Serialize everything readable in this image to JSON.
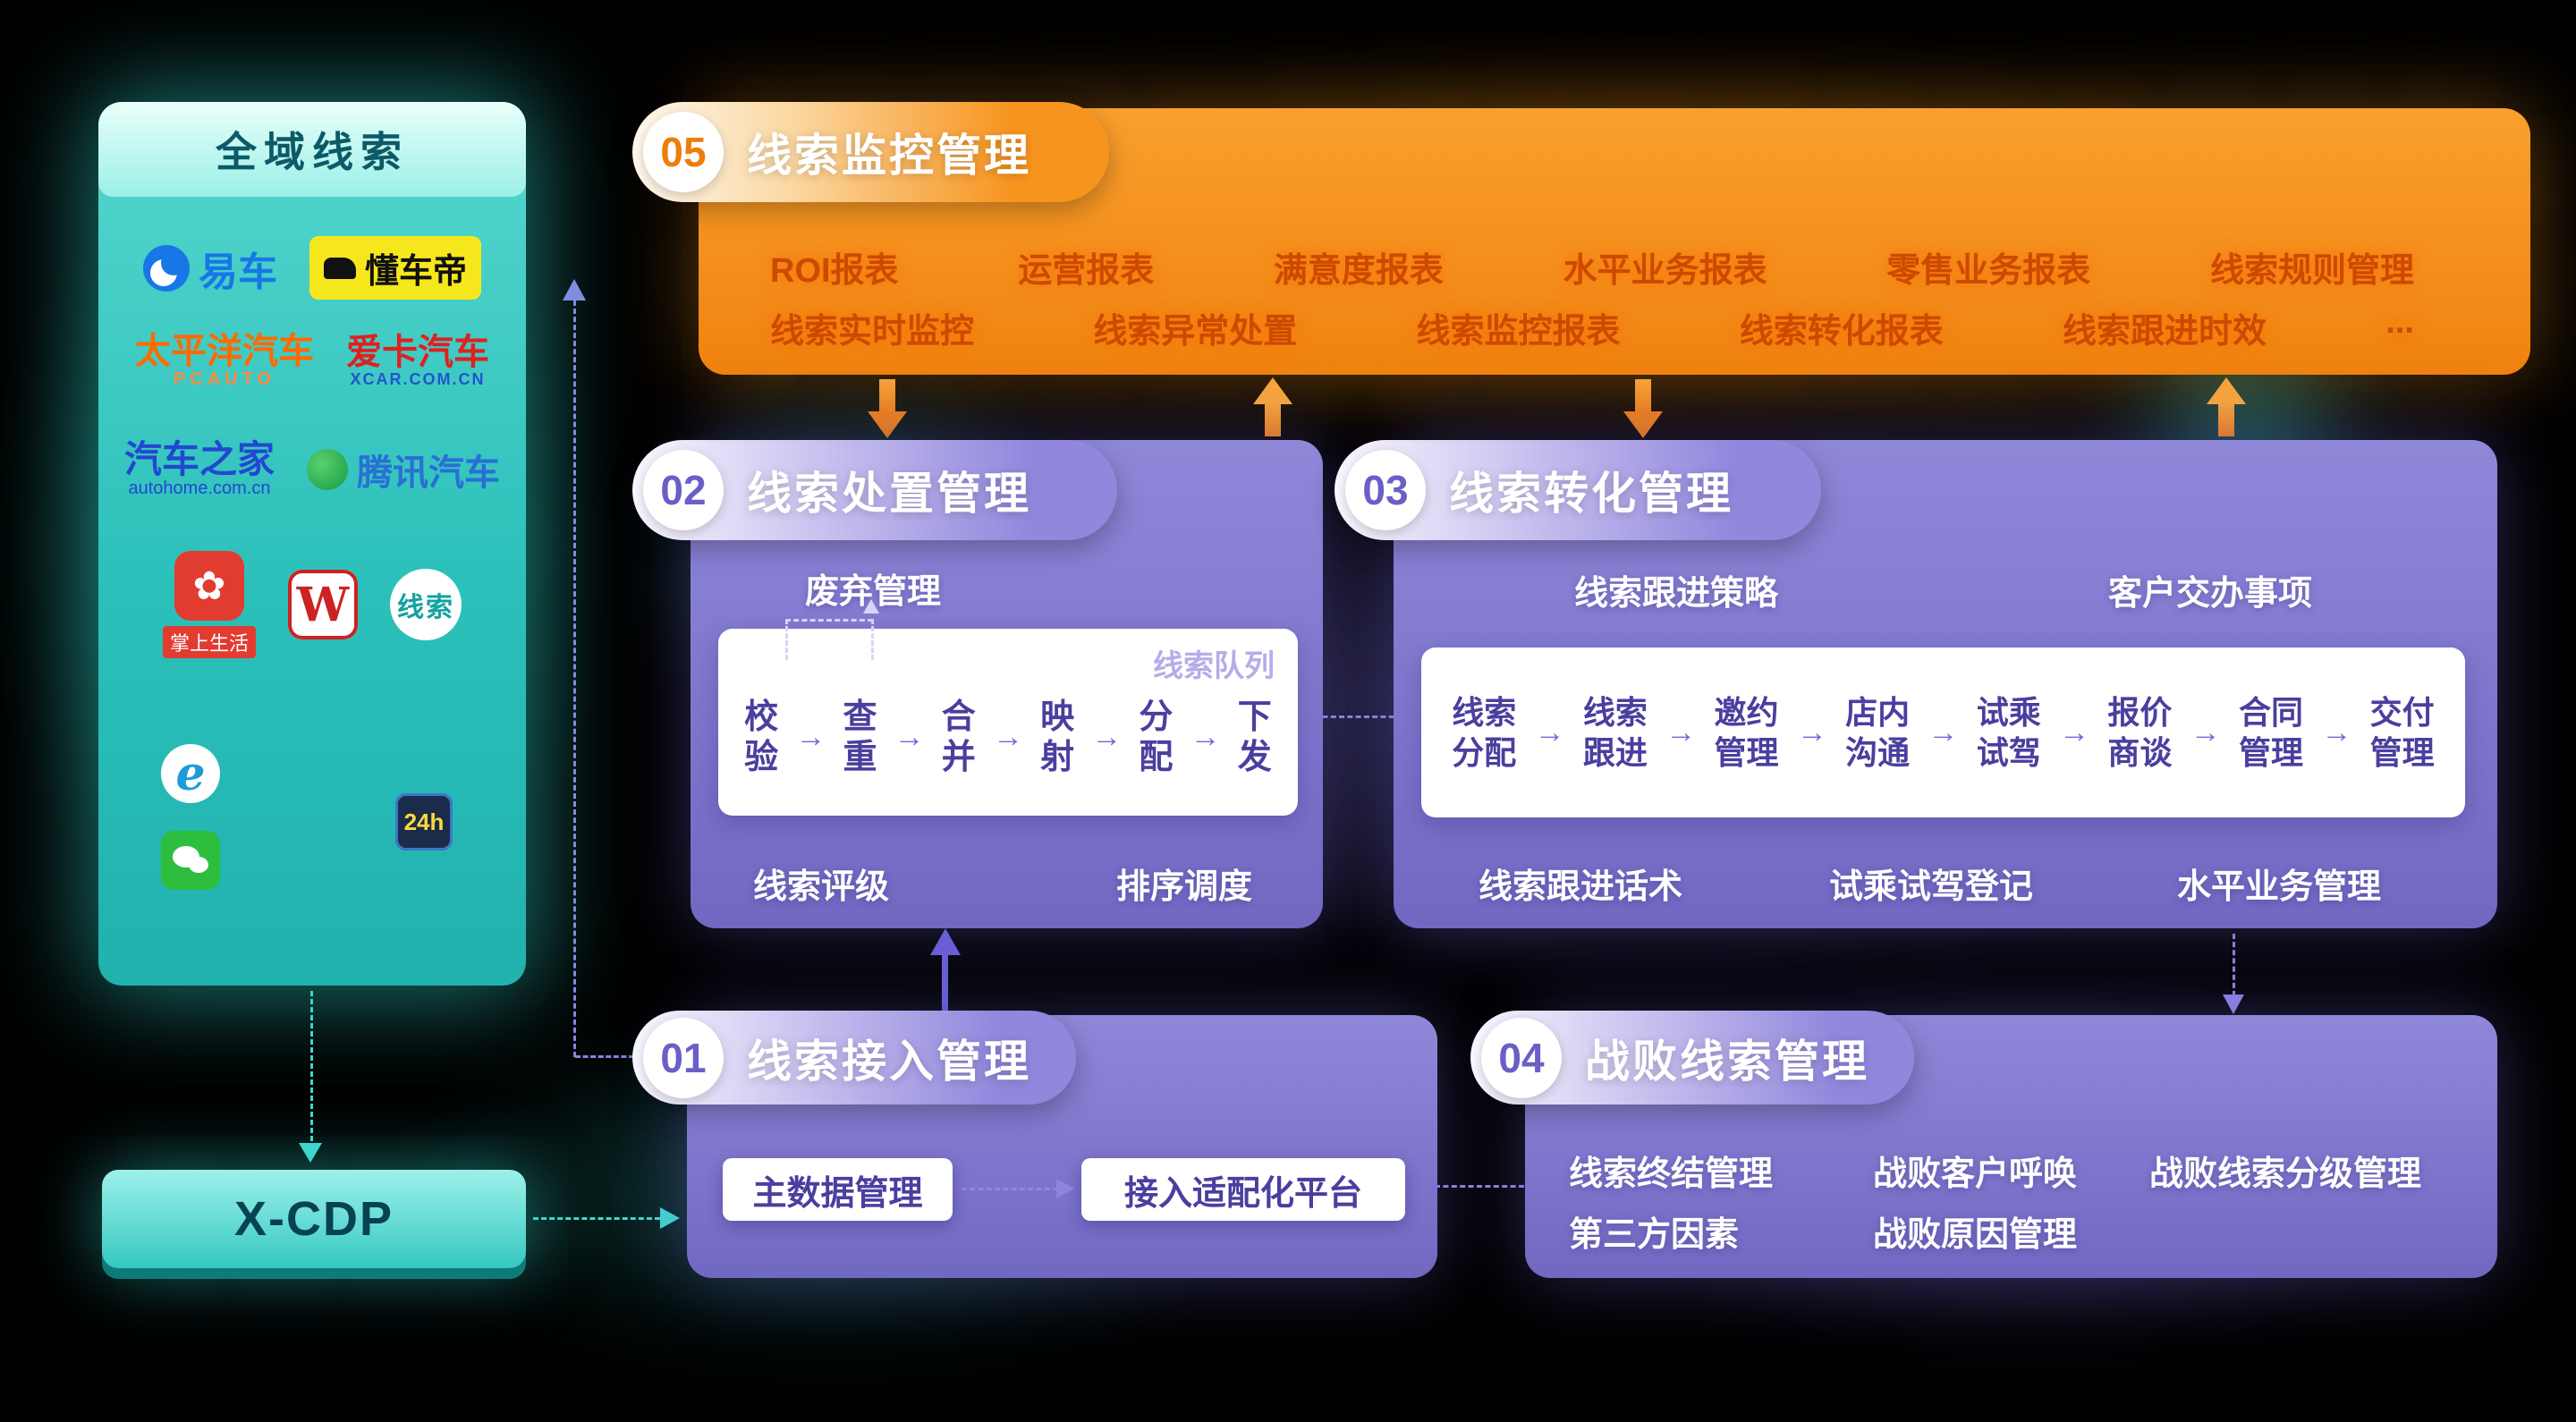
{
  "colors": {
    "teal": "#2fd0c6",
    "orange": "#f7941e",
    "purple": "#7b73cb",
    "purple_dark": "#4a3f9f"
  },
  "icons": {
    "arrow_right": "→",
    "flower": "✿"
  },
  "left_panel": {
    "title": "全域线索",
    "logos": {
      "yiche": "易车",
      "dongchedi": "懂车帝",
      "pcauto": "太平洋汽车",
      "pcauto_sub": "PCAUTO",
      "xcar": "爱卡汽车",
      "xcar_sub": "XCAR.COM.CN",
      "autohome": "汽车之家",
      "autohome_sub": "autohome.com.cn",
      "tencent": "腾讯汽车",
      "zhangshang": "掌上生活",
      "w_letter": "W",
      "xiansuo": "线索",
      "ie_letter": "e",
      "h24": "24h"
    }
  },
  "cdp": {
    "label": "X-CDP"
  },
  "monitor": {
    "number": "05",
    "title": "线索监控管理",
    "row1": [
      "ROI报表",
      "运营报表",
      "满意度报表",
      "水平业务报表",
      "零售业务报表",
      "线索规则管理"
    ],
    "row2": [
      "线索实时监控",
      "线索异常处置",
      "线索监控报表",
      "线索转化报表",
      "线索跟进时效",
      "..."
    ]
  },
  "dispose": {
    "number": "02",
    "title": "线索处置管理",
    "discard_label": "废弃管理",
    "queue_label": "线索队列",
    "steps": [
      "校验",
      "查重",
      "合并",
      "映射",
      "分配",
      "下发"
    ],
    "bottom": [
      "线索评级",
      "排序调度"
    ]
  },
  "convert": {
    "number": "03",
    "title": "线索转化管理",
    "top": [
      "线索跟进策略",
      "客户交办事项"
    ],
    "steps": [
      "线索分配",
      "线索跟进",
      "邀约管理",
      "店内沟通",
      "试乘试驾",
      "报价商谈",
      "合同管理",
      "交付管理"
    ],
    "bottom": [
      "线索跟进话术",
      "试乘试驾登记",
      "水平业务管理"
    ]
  },
  "access": {
    "number": "01",
    "title": "线索接入管理",
    "items": [
      "主数据管理",
      "接入适配化平台"
    ]
  },
  "defeat": {
    "number": "04",
    "title": "战败线索管理",
    "row1": [
      "线索终结管理",
      "战败客户呼唤",
      "战败线索分级管理"
    ],
    "row2": [
      "第三方因素",
      "战败原因管理"
    ]
  }
}
